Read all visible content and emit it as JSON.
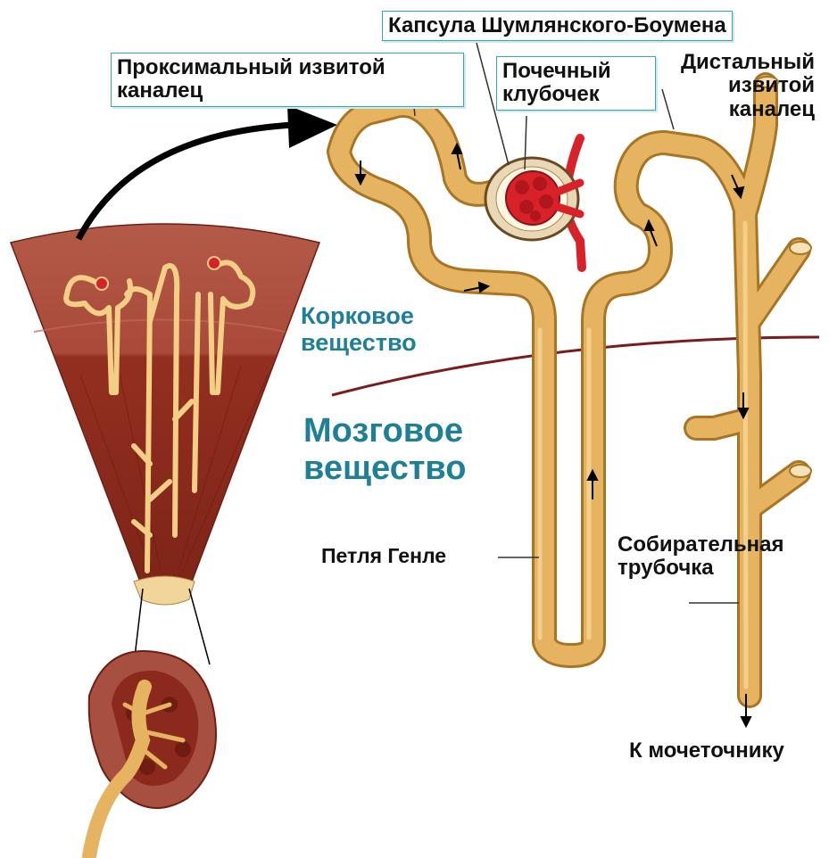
{
  "labels": {
    "capsule": "Капсула Шумлянского-Боумена",
    "proximal_tubule": "Проксимальный извитой каналец",
    "glomerulus": "Почечный клубочек",
    "distal_tubule": "Дистальный извитой каналец",
    "cortex": "Корковое вещество",
    "medulla": "Мозговое вещество",
    "loop_of_henle": "Петля Генле",
    "collecting_duct": "Собирательная трубочка",
    "to_ureter": "К мочеточнику"
  },
  "colors": {
    "tubule": "#e6b460",
    "tubule_outline": "#a87525",
    "tissue_cortex": "#a8503f",
    "tissue_medulla": "#8b2a1c",
    "blood": "#d8222a",
    "label_border": "#39a6b4",
    "zone_label": "#1f7f97",
    "boundary_line": "#7a1c1c"
  }
}
